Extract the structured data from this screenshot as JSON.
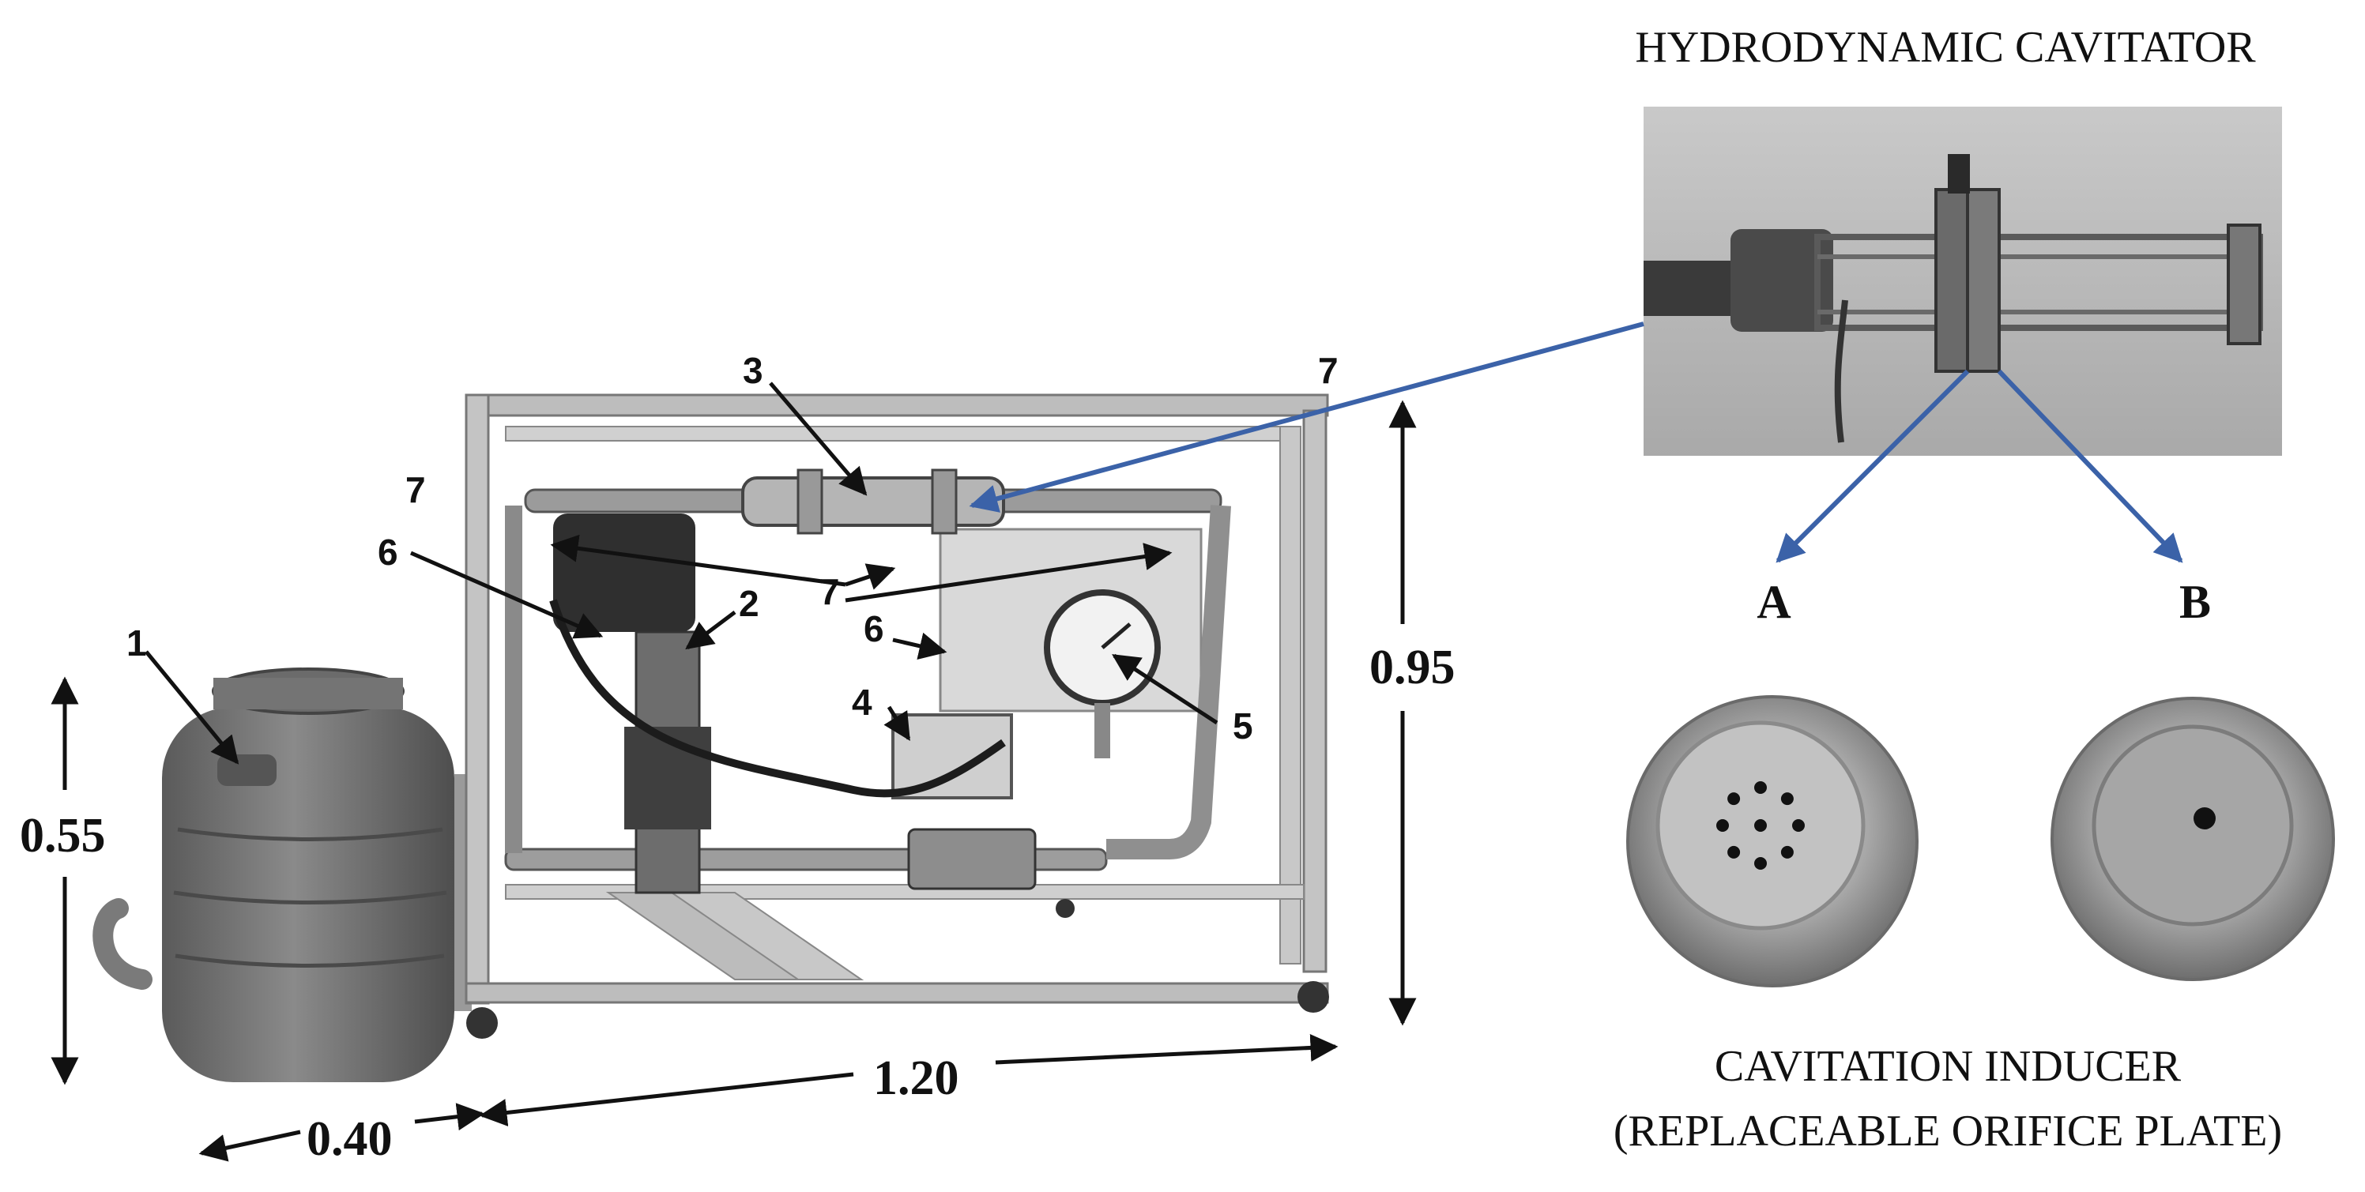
{
  "title_cavitator": "HYDRODYNAMIC CAVITATOR",
  "title_inducer_1": "CAVITATION INDUCER",
  "title_inducer_2": "(REPLACEABLE ORIFICE PLATE)",
  "plate_a": "A",
  "plate_b": "B",
  "dimensions": {
    "tank_height": "0.55",
    "tank_width": "0.40",
    "frame_length": "1.20",
    "frame_height": "0.95"
  },
  "callouts": {
    "n1": "1",
    "n2": "2",
    "n3": "3",
    "n4": "4",
    "n5": "5",
    "n6a": "6",
    "n6b": "6",
    "n7a": "7",
    "n7b": "7",
    "n7c": "7"
  },
  "colors": {
    "arrow_blue": "#3b62a8",
    "frame_grey": "#b9b9b9",
    "tank_grey": "#6f6f6f"
  }
}
